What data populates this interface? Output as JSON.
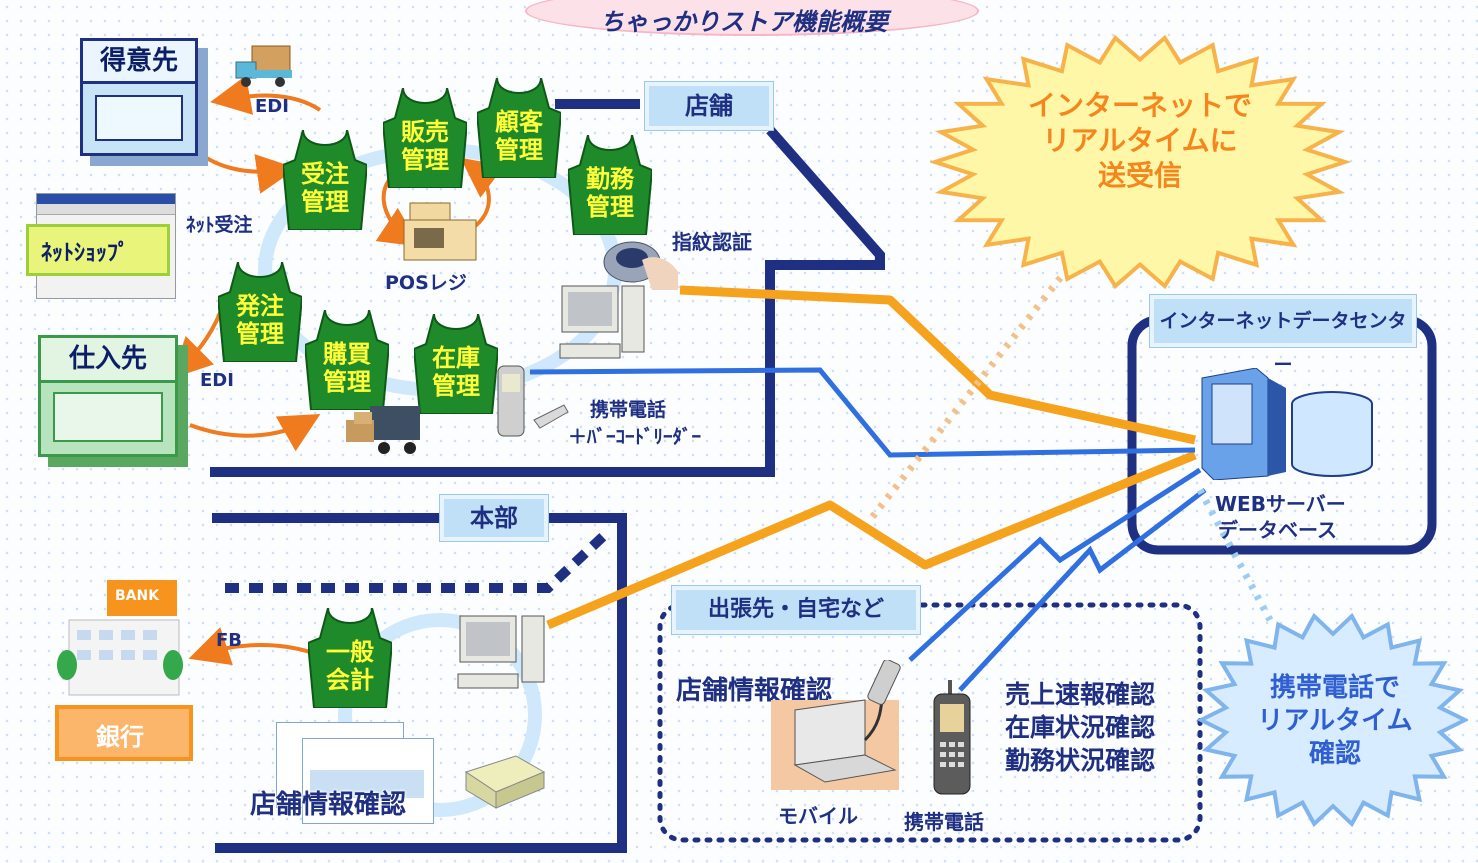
{
  "title": "ちゃっかりストア機能概要",
  "areas": {
    "store": "店舗",
    "hq": "本部",
    "remote": "出張先・自宅など",
    "datacenter": "インターネットデータセンター"
  },
  "partners": {
    "customer": "得意先",
    "supplier": "仕入先",
    "bank_sign": "BANK",
    "bank": "銀行",
    "netshop": "ﾈｯﾄｼｮｯﾌﾟ"
  },
  "aprons": {
    "order_receive": [
      "受注",
      "管理"
    ],
    "sales": [
      "販売",
      "管理"
    ],
    "customer_mgmt": [
      "顧客",
      "管理"
    ],
    "attendance": [
      "勤務",
      "管理"
    ],
    "order_place": [
      "発注",
      "管理"
    ],
    "purchase": [
      "購買",
      "管理"
    ],
    "inventory": [
      "在庫",
      "管理"
    ],
    "accounting": [
      "一般",
      "会計"
    ]
  },
  "labels": {
    "edi_top": "EDI",
    "net_order": "ﾈｯﾄ受注",
    "edi_bottom": "EDI",
    "pos": "POSレジ",
    "fingerprint": "指紋認証",
    "mobile_reader_1": "携帯電話",
    "mobile_reader_2": "＋ﾊﾞｰｺｰﾄﾞﾘｰﾀﾞｰ",
    "fb": "FB",
    "hq_info": "店舗情報確認",
    "server_1": "WEBサーバー",
    "server_2": "データベース",
    "remote_info": "店舗情報確認",
    "mobile_pc": "モバイル",
    "mobile_phone": "携帯電話",
    "checks": [
      "売上速報確認",
      "在庫状況確認",
      "勤務状況確認"
    ]
  },
  "bursts": {
    "internet": [
      "インターネットで",
      "リアルタイムに",
      "送受信"
    ],
    "mobile": [
      "携帯電話で",
      "リアルタイム",
      "確認"
    ]
  },
  "colors": {
    "apron": "#1f8a2a",
    "apron_text": "#ffff3a",
    "navy": "#1f2f82",
    "orange_arrow": "#f07a1e",
    "wire_orange": "#f5a21d",
    "wire_blue": "#2f6fe0"
  }
}
